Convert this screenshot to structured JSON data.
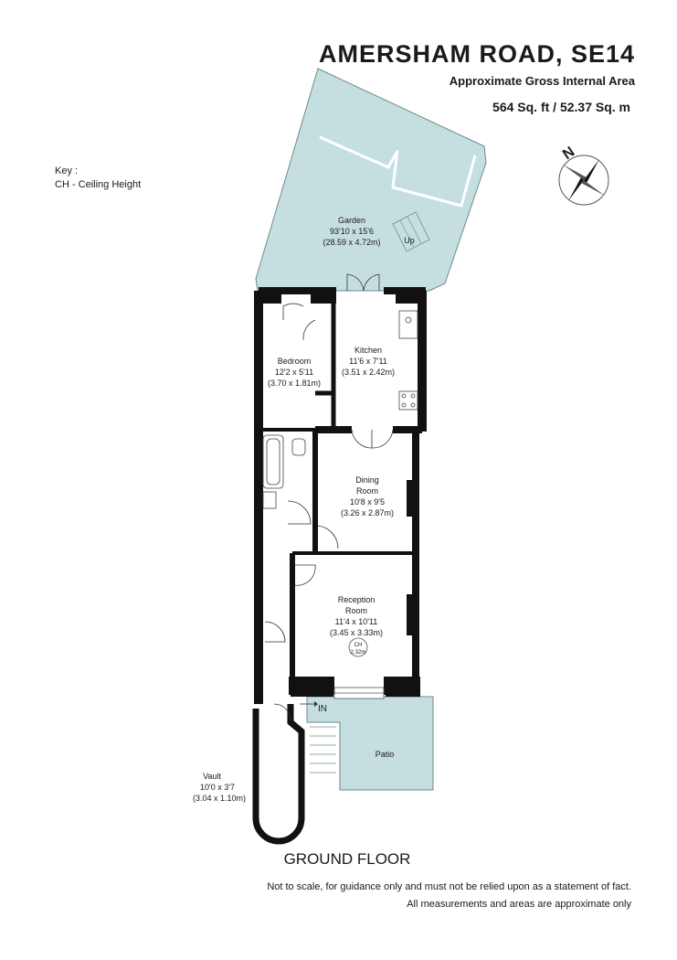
{
  "header": {
    "title": "AMERSHAM ROAD, SE14",
    "subtitle": "Approximate Gross Internal Area",
    "area": "564 Sq. ft / 52.37 Sq. m"
  },
  "key": {
    "title": "Key :",
    "item": "CH - Ceiling Height"
  },
  "compass": {
    "letter": "N"
  },
  "colors": {
    "outdoor_fill": "#c5dfe0",
    "wall": "#111111",
    "outline": "#6e8a8c"
  },
  "rooms": {
    "garden": {
      "name": "Garden",
      "imperial": "93'10 x 15'6",
      "metric": "(28.59 x 4.72m)",
      "stair_label": "Up"
    },
    "bedroom": {
      "name": "Bedroom",
      "imperial": "12'2 x 5'11",
      "metric": "(3.70 x 1.81m)"
    },
    "kitchen": {
      "name": "Kitchen",
      "imperial": "11'6 x 7'11",
      "metric": "(3.51 x 2.42m)"
    },
    "dining": {
      "name_1": "Dining",
      "name_2": "Room",
      "imperial": "10'8 x 9'5",
      "metric": "(3.26 x 2.87m)"
    },
    "reception": {
      "name_1": "Reception",
      "name_2": "Room",
      "imperial": "11'4 x 10'11",
      "metric": "(3.45 x 3.33m)",
      "ceiling_label": "CH",
      "ceiling_value": "2.32m"
    },
    "patio": {
      "name": "Patio"
    },
    "vault": {
      "name": "Vault",
      "imperial": "10'0 x 3'7",
      "metric": "(3.04 x 1.10m)"
    },
    "entrance": {
      "label": "IN"
    }
  },
  "floor_label": "GROUND FLOOR",
  "disclaimer": {
    "line1": "Not to scale, for guidance only and must not be relied upon as a statement of fact.",
    "line2": "All measurements and areas are approximate only"
  }
}
